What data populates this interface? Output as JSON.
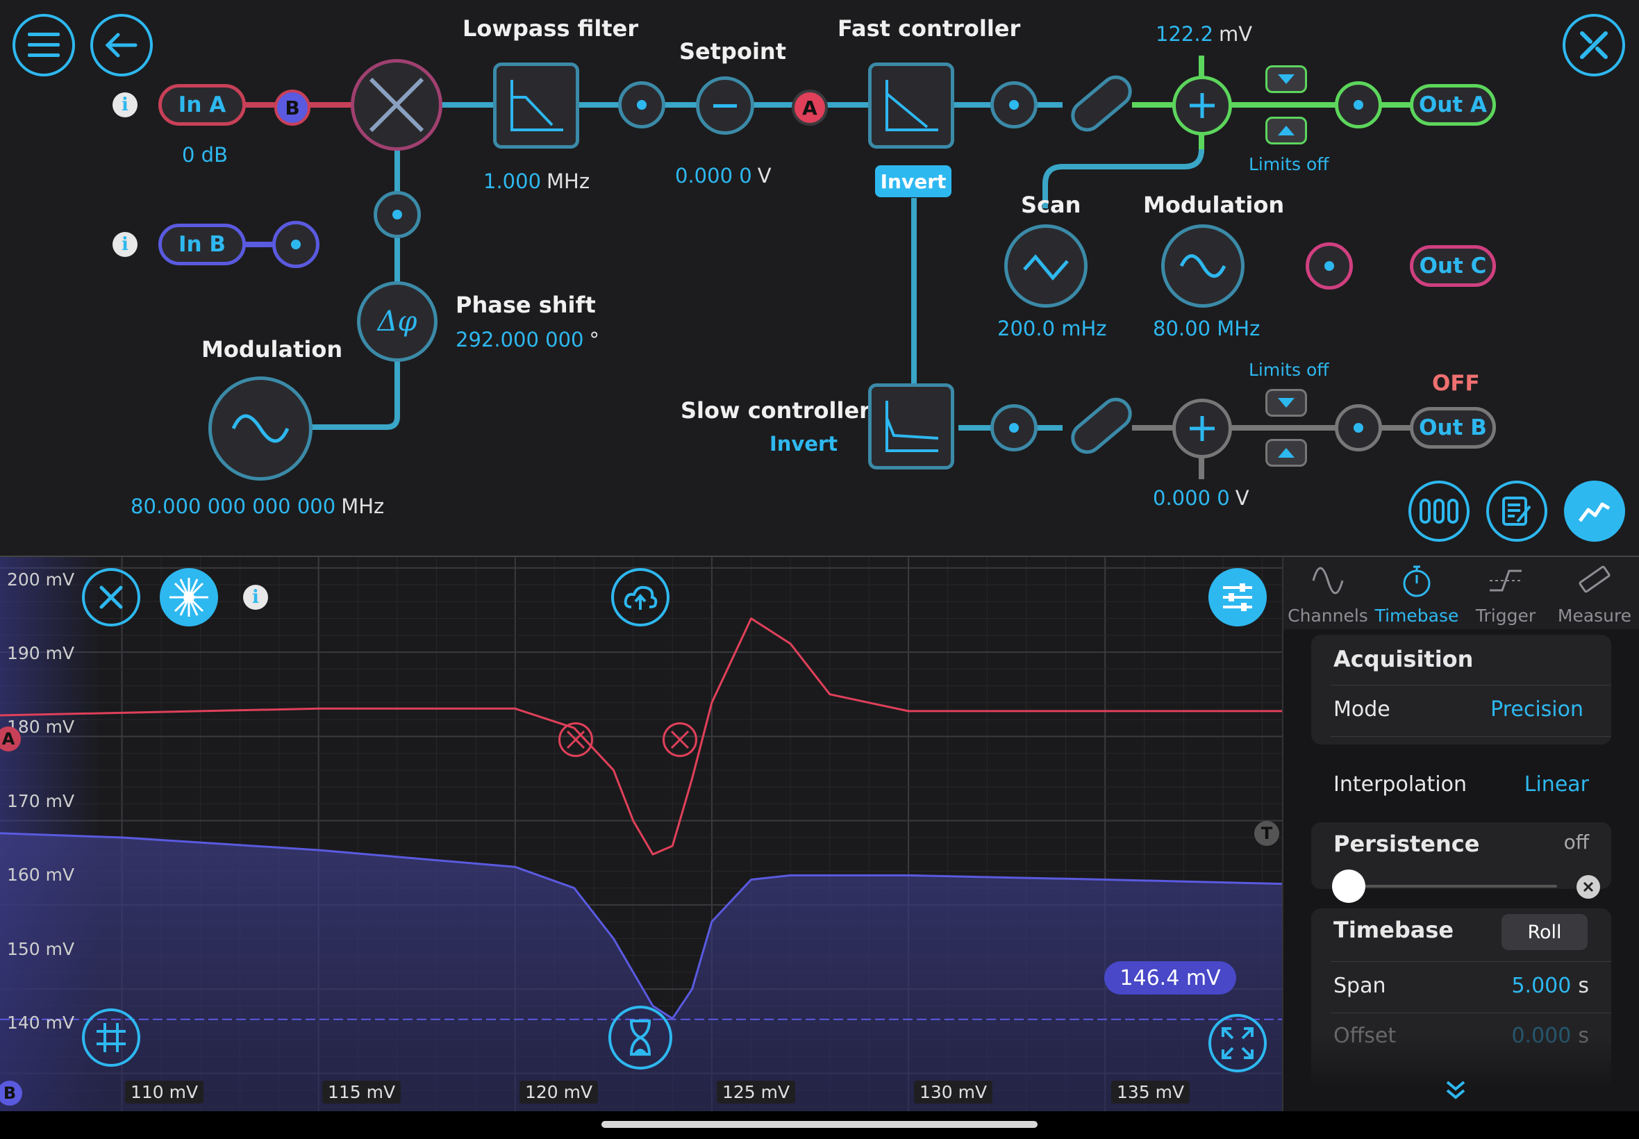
{
  "colors": {
    "accent": "#2eb8f0",
    "green": "#5cd65c",
    "red": "#e0405a",
    "blue": "#5a5ae0",
    "pink": "#d04080",
    "bg": "#1c1c1e"
  },
  "top": {
    "menu_icon": "menu-icon",
    "back_icon": "back-arrow-icon",
    "tools_icon": "wrench-screwdriver-icon",
    "in_a": {
      "label": "In A",
      "gain": "0 dB"
    },
    "in_b": {
      "label": "In B"
    },
    "badge_b": "B",
    "badge_a": "A",
    "lowpass": {
      "title": "Lowpass filter",
      "value": "1.000",
      "unit": "MHz"
    },
    "setpoint": {
      "title": "Setpoint",
      "value": "0.000 0",
      "unit": "V"
    },
    "fast_controller": {
      "title": "Fast controller",
      "invert": "Invert"
    },
    "output_a": {
      "value": "122.2",
      "unit": "mV",
      "limits": "Limits off",
      "label": "Out A"
    },
    "phase_shift": {
      "title": "Phase shift",
      "value": "292.000 000",
      "unit": "°"
    },
    "modulation_left": {
      "title": "Modulation",
      "value": "80.000 000 000 000",
      "unit": "MHz"
    },
    "scan": {
      "title": "Scan",
      "value": "200.0 mHz"
    },
    "modulation_right": {
      "title": "Modulation",
      "value": "80.00 MHz"
    },
    "out_c": {
      "label": "Out C"
    },
    "slow_controller": {
      "title": "Slow controller",
      "invert": "Invert"
    },
    "output_b": {
      "limits": "Limits off",
      "state": "OFF",
      "label": "Out B",
      "value": "0.000 0",
      "unit": "V"
    }
  },
  "scope": {
    "y_ticks": [
      "200 mV",
      "190 mV",
      "180 mV",
      "170 mV",
      "160 mV",
      "150 mV",
      "140 mV"
    ],
    "x_ticks": [
      "110 mV",
      "115 mV",
      "120 mV",
      "125 mV",
      "130 mV",
      "135 mV"
    ],
    "cursor_value": "146.4 mV",
    "marker_a": "A",
    "marker_b": "B",
    "marker_t": "T"
  },
  "chart_data": {
    "type": "line",
    "xlabel": "",
    "ylabel": "",
    "xlim": [
      106.9,
      139.5
    ],
    "ylim": [
      135.5,
      201.3
    ],
    "grid": true,
    "series": [
      {
        "color": "#e0405a",
        "x": [
          106.9,
          115,
          120,
          121.5,
          122.5,
          123,
          123.5,
          124,
          124.5,
          125,
          126,
          127,
          128,
          130,
          135,
          139.5
        ],
        "y": [
          182.5,
          183.3,
          183.3,
          181,
          176,
          170,
          166,
          167,
          175,
          184,
          194,
          191,
          185,
          183,
          183,
          183
        ]
      },
      {
        "color": "#5a5ae0",
        "x": [
          106.9,
          110,
          115,
          120,
          121.5,
          122.5,
          123,
          123.5,
          124,
          124.5,
          125,
          126,
          127,
          130,
          135,
          139.5
        ],
        "y": [
          168.5,
          168,
          166.5,
          164.5,
          162,
          156,
          152,
          148,
          146.5,
          150,
          158,
          163,
          163.5,
          163.5,
          163,
          162.5
        ]
      }
    ]
  },
  "panel": {
    "tabs": [
      {
        "label": "Channels",
        "icon": "sine-wave-icon"
      },
      {
        "label": "Timebase",
        "icon": "stopwatch-icon"
      },
      {
        "label": "Trigger",
        "icon": "trigger-edge-icon"
      },
      {
        "label": "Measure",
        "icon": "ruler-icon"
      }
    ],
    "acquisition": {
      "title": "Acquisition",
      "mode_label": "Mode",
      "mode_value": "Precision",
      "interp_label": "Interpolation",
      "interp_value": "Linear"
    },
    "persistence": {
      "title": "Persistence",
      "value": "off",
      "slider_level": 0
    },
    "timebase": {
      "title": "Timebase",
      "roll": "Roll",
      "span_label": "Span",
      "span_value": "5.000",
      "span_unit": "s",
      "offset_label": "Offset",
      "offset_value": "0.000",
      "offset_unit": "s"
    }
  }
}
